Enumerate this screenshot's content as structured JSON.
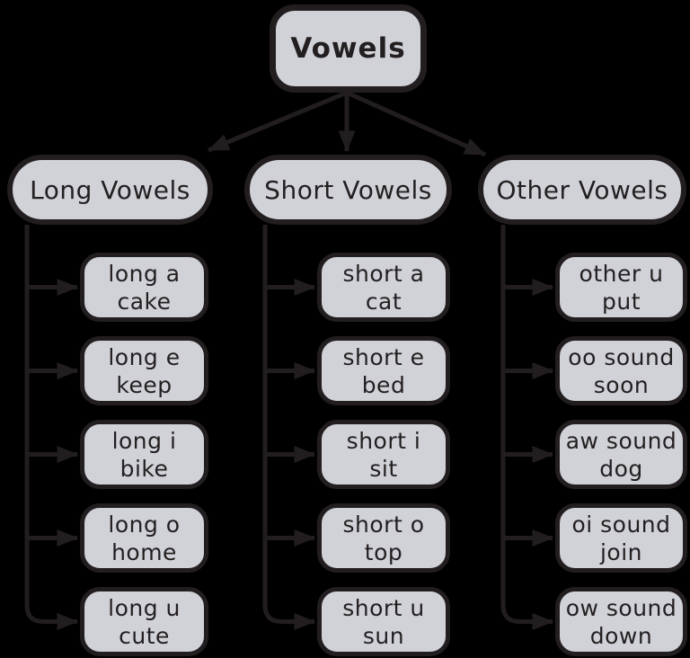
{
  "diagram": {
    "root": {
      "label": "Vowels"
    },
    "columns": [
      {
        "label": "Long Vowels",
        "children": [
          {
            "sound": "long a",
            "word": "cake"
          },
          {
            "sound": "long e",
            "word": "keep"
          },
          {
            "sound": "long i",
            "word": "bike"
          },
          {
            "sound": "long o",
            "word": "home"
          },
          {
            "sound": "long u",
            "word": "cute"
          }
        ]
      },
      {
        "label": "Short Vowels",
        "children": [
          {
            "sound": "short a",
            "word": "cat"
          },
          {
            "sound": "short e",
            "word": "bed"
          },
          {
            "sound": "short i",
            "word": "sit"
          },
          {
            "sound": "short o",
            "word": "top"
          },
          {
            "sound": "short u",
            "word": "sun"
          }
        ]
      },
      {
        "label": "Other Vowels",
        "children": [
          {
            "sound": "other u",
            "word": "put"
          },
          {
            "sound": "oo sound",
            "word": "soon"
          },
          {
            "sound": "aw sound",
            "word": "dog"
          },
          {
            "sound": "oi sound",
            "word": "join"
          },
          {
            "sound": "ow sound",
            "word": "down"
          }
        ]
      }
    ],
    "colors": {
      "background": "#000000",
      "node_fill": "#d0d2d8",
      "line_and_border": "#221e1f",
      "text": "#231f20"
    }
  }
}
